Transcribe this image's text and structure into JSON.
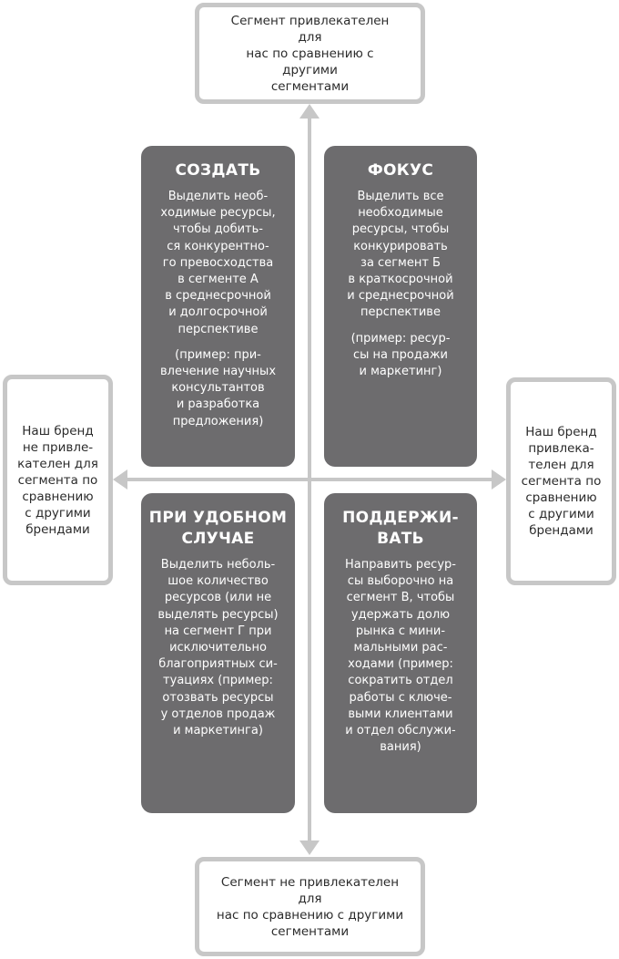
{
  "colors": {
    "quadrant_fill": "#6d6c6e",
    "axis": "#c7c7c7",
    "outer_border": "#c7c7c7",
    "quadrant_text": "#ffffff",
    "outer_text": "#2b2b2b"
  },
  "axes": {
    "top": [
      "Сегмент привлекателен для",
      "нас по сравнению с другими",
      "сегментами"
    ],
    "bottom": [
      "Сегмент не привлекателен для",
      "нас по сравнению с другими",
      "сегментами"
    ],
    "left": [
      "Наш бренд",
      "не привле-",
      "кателен для",
      "сегмента по",
      "сравнению",
      "с другими",
      "брендами"
    ],
    "right": [
      "Наш бренд",
      "привлека-",
      "телен для",
      "сегмента по",
      "сравнению",
      "с другими",
      "брендами"
    ]
  },
  "quadrants": {
    "create": {
      "title": [
        "СОЗДАТЬ"
      ],
      "body": [
        "Выделить необ-",
        "ходимые ресурсы,",
        "чтобы добить-",
        "ся конкурентно-",
        "го превосходства",
        "в сегменте А",
        "в среднесрочной",
        "и долгосрочной",
        "перспективе"
      ],
      "example": [
        "(пример: при-",
        "влечение научных",
        "консультантов",
        "и разработка",
        "предложения)"
      ]
    },
    "focus": {
      "title": [
        "ФОКУС"
      ],
      "body": [
        "Выделить все",
        "необходимые",
        "ресурсы, чтобы",
        "конкурировать",
        "за сегмент Б",
        "в краткосрочной",
        "и среднесрочной",
        "перспективе"
      ],
      "example": [
        "(пример: ресур-",
        "сы на продажи",
        "и маркетинг)"
      ]
    },
    "opportunistic": {
      "title": [
        "ПРИ УДОБНОМ",
        "СЛУЧАЕ"
      ],
      "body": [
        "Выделить неболь-",
        "шое количество",
        "ресурсов (или не",
        "выделять ресурсы)",
        "на сегмент Г при",
        "исключительно",
        "благоприятных си-",
        "туациях (пример:",
        "отозвать ресурсы",
        "у отделов продаж",
        "и маркетинга)"
      ]
    },
    "maintain": {
      "title": [
        "ПОДДЕРЖИ-",
        "ВАТЬ"
      ],
      "body": [
        "Направить ресур-",
        "сы выборочно на",
        "сегмент В, чтобы",
        "удержать долю",
        "рынка с мини-",
        "мальными рас-",
        "ходами (пример:",
        "сократить отдел",
        "работы с ключе-",
        "выми клиентами",
        "и отдел обслужи-",
        "вания)"
      ]
    }
  }
}
